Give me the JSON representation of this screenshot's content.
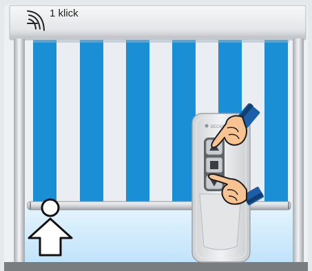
{
  "header": {
    "signal_icon": "radio-signal-icon",
    "label": "1 klick"
  },
  "remote": {
    "brand": "BECKER",
    "buttons": [
      {
        "name": "up",
        "icon": "triangle-up-icon"
      },
      {
        "name": "stop",
        "icon": "square-stop-icon"
      },
      {
        "name": "down",
        "icon": "triangle-down-icon"
      }
    ]
  },
  "person": {
    "icon": "person-arrow-up-icon"
  },
  "colors": {
    "awning_blue": "#1a8fd6",
    "awning_white": "#eaeef2",
    "floor": "#cfe9fb",
    "frame": "#c8ccd0",
    "cuff": "#1a5fa8",
    "skin": "#f7c391",
    "ground": "#7a7d80"
  }
}
